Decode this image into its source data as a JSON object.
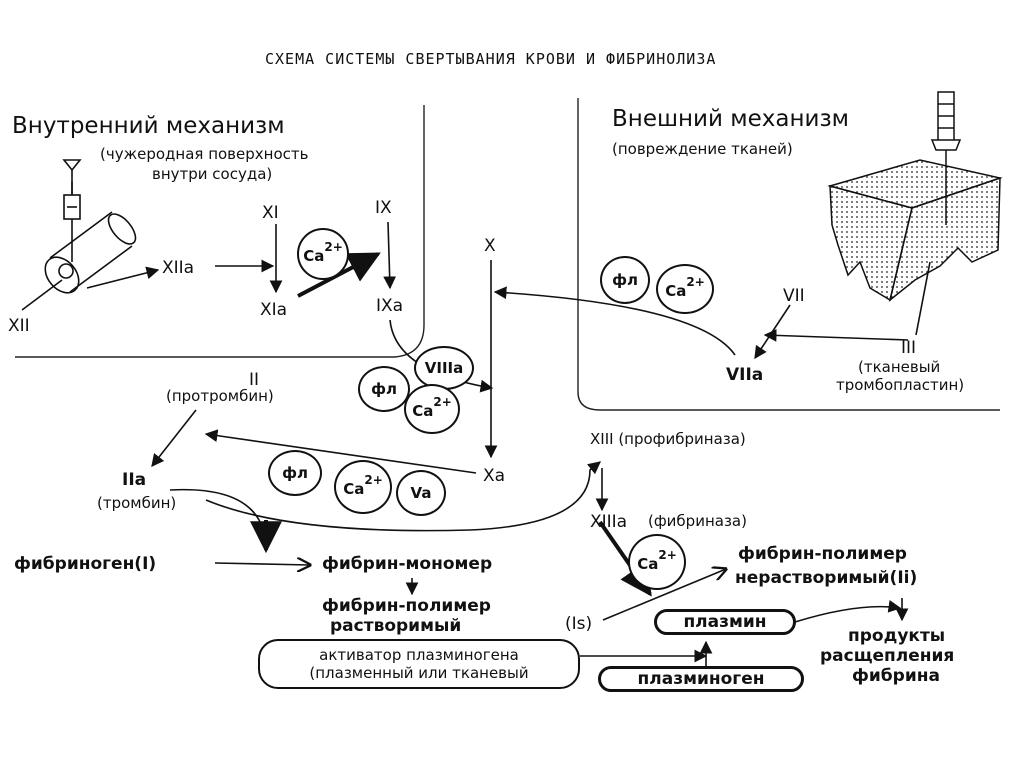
{
  "title": "СХЕМА СИСТЕМЫ СВЕРТЫВАНИЯ КРОВИ И ФИБРИНОЛИЗА",
  "intrinsic": {
    "heading": "Внутренний механизм",
    "sub1": "(чужеродная поверхность",
    "sub2": "внутри сосуда)"
  },
  "extrinsic": {
    "heading": "Внешний механизм",
    "sub": "(повреждение тканей)"
  },
  "factors": {
    "xii": "XII",
    "xiia": "XIIa",
    "xi": "XI",
    "xia": "XIa",
    "ix": "IX",
    "ixa": "IXa",
    "x": "X",
    "xa": "Xa",
    "vii": "VII",
    "viia": "VIIa",
    "iii": "III",
    "iii_note1": "(тканевый",
    "iii_note2": "тромбопластин)",
    "ii": "II",
    "ii_note": "(протромбин)",
    "iia": "IIa",
    "iia_note": "(тромбин)",
    "xiii": "XIII (профибриназа)",
    "xiiia": "XIIIa",
    "xiiia_note": "(фибриназа)"
  },
  "cofactors": {
    "fl": "фл",
    "ca": "Ca",
    "ca_charge": "2+",
    "viiia": "VIIIa",
    "va": "Va"
  },
  "products": {
    "fibrinogen": "фибриноген(I)",
    "monomer": "фибрин-мономер",
    "polymer_sol1": "фибрин-полимер",
    "polymer_sol2": "растворимый",
    "is": "(Is)",
    "polymer_ins1": "фибрин-полимер",
    "polymer_ins2": "нерастворимый(Ii)",
    "plasmin": "плазмин",
    "plasminogen": "плазминоген",
    "activator1": "активатор плазминогена",
    "activator2": "(плазменный или тканевый",
    "fdp1": "продукты",
    "fdp2": "расщепления",
    "fdp3": "фибрина"
  }
}
